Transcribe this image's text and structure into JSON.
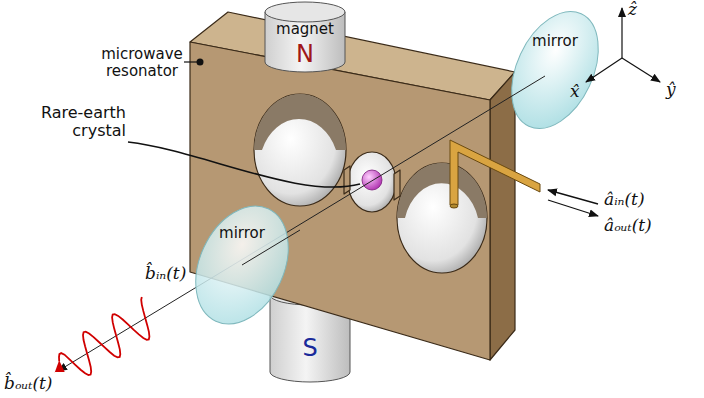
{
  "diagram": {
    "nodes": [
      {
        "text": [
          "magnet",
          "N"
        ]
      },
      {
        "text": [
          "mirror"
        ]
      },
      {
        "text": [
          "mirror"
        ]
      },
      {
        "text": [
          "S"
        ]
      }
    ],
    "labels": [
      "microwave resonator",
      "Rare-earth crystal",
      "ẑ",
      "x̂",
      "ŷ",
      "âᵢₙ(t)",
      "âₒᵤₜ(t)",
      "b̂ᵢₙ(t)",
      "b̂ₒᵤₜ(t)"
    ]
  }
}
